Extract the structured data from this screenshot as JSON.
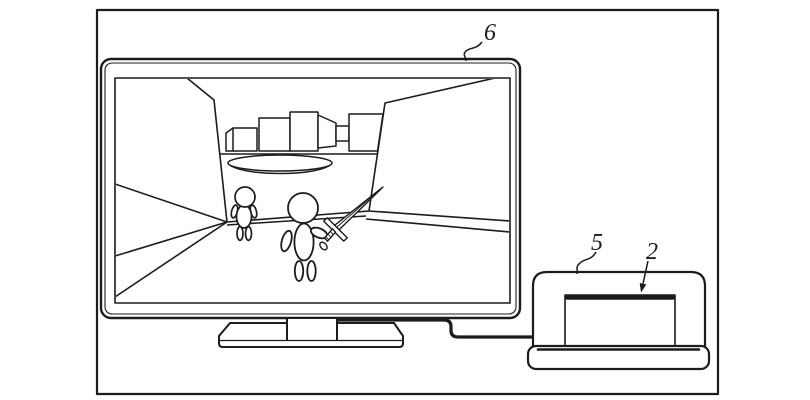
{
  "figure": {
    "background_color": "#ffffff",
    "line_color": "#1c1c1c",
    "reference_labels": {
      "television": "6",
      "dock": "5",
      "device": "2"
    }
  }
}
